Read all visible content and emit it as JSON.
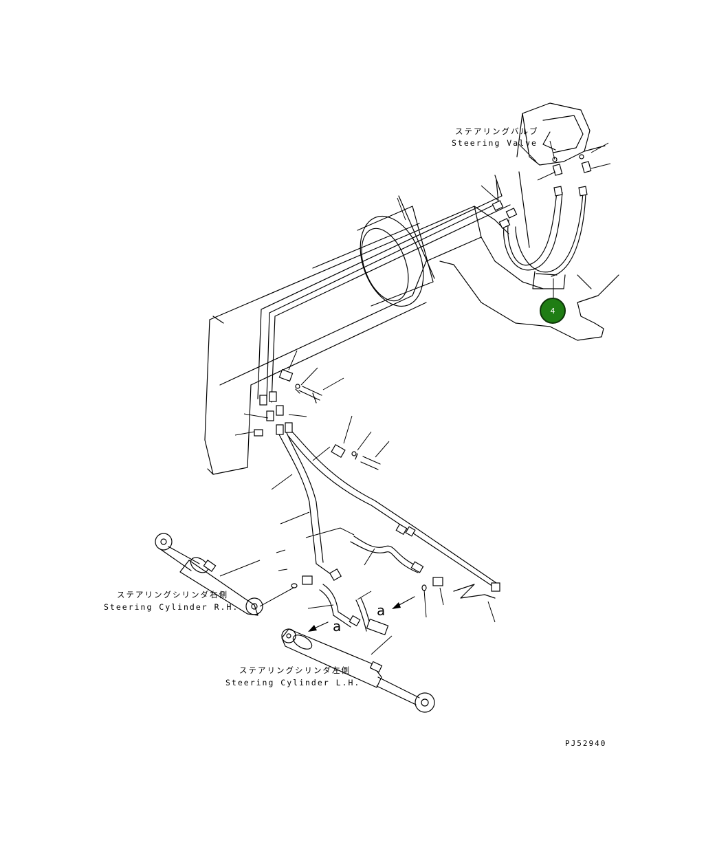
{
  "labels": {
    "steering_valve_jp": "ステアリングバルブ",
    "steering_valve_en": "Steering Valve",
    "cyl_rh_jp": "ステアリングシリンダ右側",
    "cyl_rh_en": "Steering Cylinder R.H.",
    "cyl_lh_jp": "ステアリングシリンダ左側",
    "cyl_lh_en": "Steering Cylinder L.H."
  },
  "view_markers": [
    "a",
    "a"
  ],
  "callout": {
    "number": "4",
    "color": "#1f7d14"
  },
  "drawing_code": "PJ52940"
}
